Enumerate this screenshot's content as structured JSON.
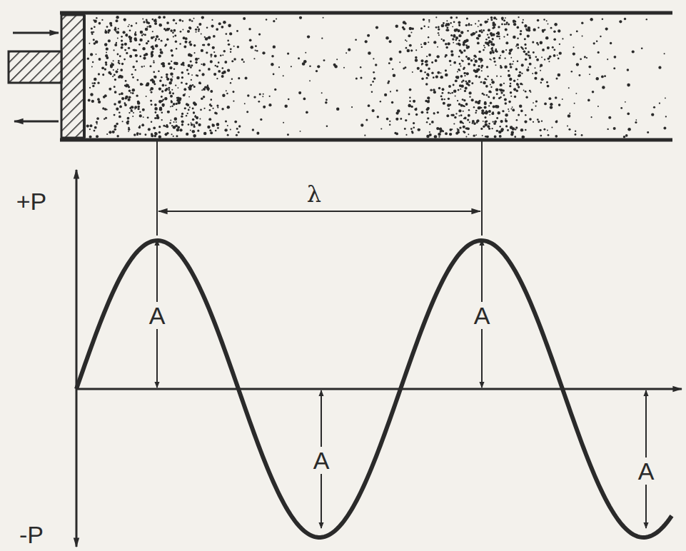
{
  "diagram": {
    "labels": [
      "+P",
      "λ",
      "A",
      "A",
      "A",
      "A",
      "-P"
    ]
  }
}
